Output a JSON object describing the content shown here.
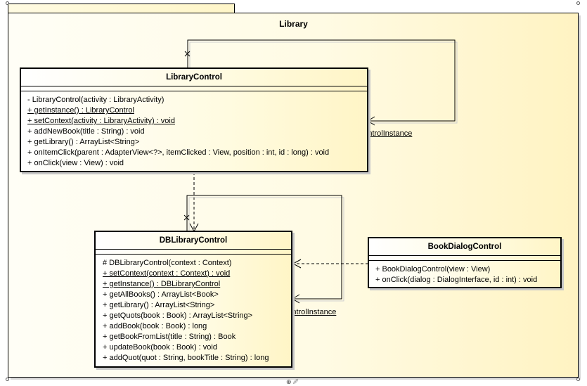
{
  "package": {
    "name": "Library"
  },
  "classes": {
    "library_control": {
      "name": "LibraryControl",
      "operations": [
        {
          "text": "- LibraryControl(activity : LibraryActivity)",
          "static": false
        },
        {
          "text": "+ getInstance() : LibraryControl",
          "static": true
        },
        {
          "text": "+ setContext(activity : LibraryActivity) : void",
          "static": true
        },
        {
          "text": "+ addNewBook(title : String) : void",
          "static": false
        },
        {
          "text": "+ getLibrary() : ArrayList<String>",
          "static": false
        },
        {
          "text": "+ onItemClick(parent : AdapterView<?>, itemClicked : View, position : int, id : long) : void",
          "static": false
        },
        {
          "text": "+ onClick(view : View) : void",
          "static": false
        }
      ]
    },
    "db_library_control": {
      "name": "DBLibraryControl",
      "operations": [
        {
          "text": "# DBLibraryControl(context : Context)",
          "static": false
        },
        {
          "text": "+ setContext(context : Context) : void",
          "static": true
        },
        {
          "text": "+ getInstance() : DBLibraryControl",
          "static": true
        },
        {
          "text": "+ getAllBooks() : ArrayList<Book>",
          "static": false
        },
        {
          "text": "+ getLibrary() : ArrayList<String>",
          "static": false
        },
        {
          "text": "+ getQuots(book : Book) : ArrayList<String>",
          "static": false
        },
        {
          "text": "+ addBook(book : Book) : long",
          "static": false
        },
        {
          "text": "+ getBookFromList(title : String) : Book",
          "static": false
        },
        {
          "text": "+ updateBook(book : Book) : void",
          "static": false
        },
        {
          "text": "+ addQuot(quot : String, bookTitle : String) : long",
          "static": false
        }
      ]
    },
    "book_dialog_control": {
      "name": "BookDialogControl",
      "operations": [
        {
          "text": "+ BookDialogControl(view : View)",
          "static": false
        },
        {
          "text": "+ onClick(dialog : DialogInterface, id : int) : void",
          "static": false
        }
      ]
    }
  },
  "associations": {
    "library_self_role": "- controlInstance",
    "db_self_role": "- controlInstance"
  }
}
